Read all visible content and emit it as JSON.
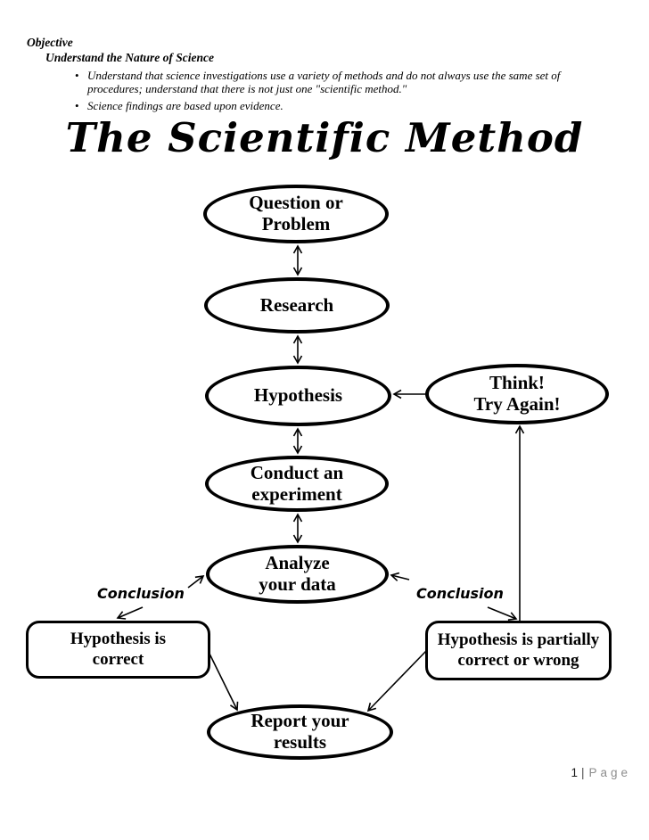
{
  "header": {
    "objective_label": "Objective",
    "subtitle": "Understand the Nature of Science",
    "bullets": [
      "Understand that science investigations use a variety of methods and do not always use the same set of procedures; understand that there is not just one \"scientific method.\"",
      "Science findings are based upon evidence."
    ]
  },
  "title": "The Scientific Method",
  "diagram": {
    "nodes": {
      "question": "Question or\nProblem",
      "research": "Research",
      "hypothesis": "Hypothesis",
      "think": "Think!\nTry Again!",
      "conduct": "Conduct an\nexperiment",
      "analyze": "Analyze\nyour data",
      "correct": "Hypothesis is\ncorrect",
      "partial": "Hypothesis is partially\ncorrect or wrong",
      "report": "Report your\nresults"
    },
    "labels": {
      "conclusion_left": "Conclusion",
      "conclusion_right": "Conclusion"
    },
    "colors": {
      "stroke": "#000000",
      "fill": "#ffffff"
    }
  },
  "footer": {
    "page_number": "1",
    "separator": "|",
    "label": "Page"
  }
}
